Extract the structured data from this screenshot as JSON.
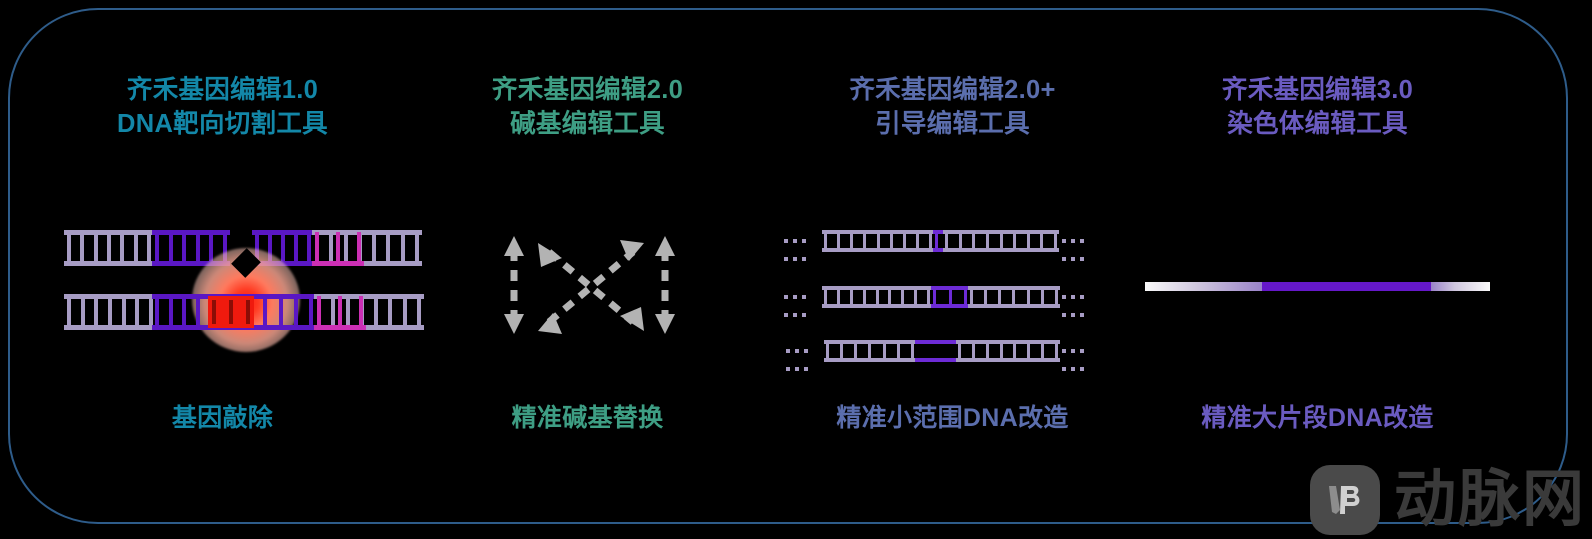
{
  "frame": {
    "border_color": "#2e5c8a",
    "background": "#000000"
  },
  "columns": [
    {
      "title_line1": "齐禾基因编辑1.0",
      "title_line2": "DNA靶向切割工具",
      "title_color": "#1387a8",
      "caption": "基因敲除",
      "caption_color": "#1387a8",
      "art": "dna-double-cut"
    },
    {
      "title_line1": "齐禾基因编辑2.0",
      "title_line2": "碱基编辑工具",
      "title_color": "#3e9e84",
      "caption": "精准碱基替换",
      "caption_color": "#3e9e84",
      "art": "base-swap-arrows"
    },
    {
      "title_line1": "齐禾基因编辑2.0+",
      "title_line2": "引导编辑工具",
      "title_color": "#5b6ead",
      "caption": "精准小范围DNA改造",
      "caption_color": "#5b6ead",
      "art": "three-dna-strands"
    },
    {
      "title_line1": "齐禾基因编辑3.0",
      "title_line2": "染色体编辑工具",
      "title_color": "#6a5bc0",
      "caption": "精准大片段DNA改造",
      "caption_color": "#6a5bc0",
      "art": "chromosome-bar"
    }
  ],
  "watermark": {
    "badge_text": "VB",
    "text": "动脉网",
    "color": "#3a3a3a"
  }
}
